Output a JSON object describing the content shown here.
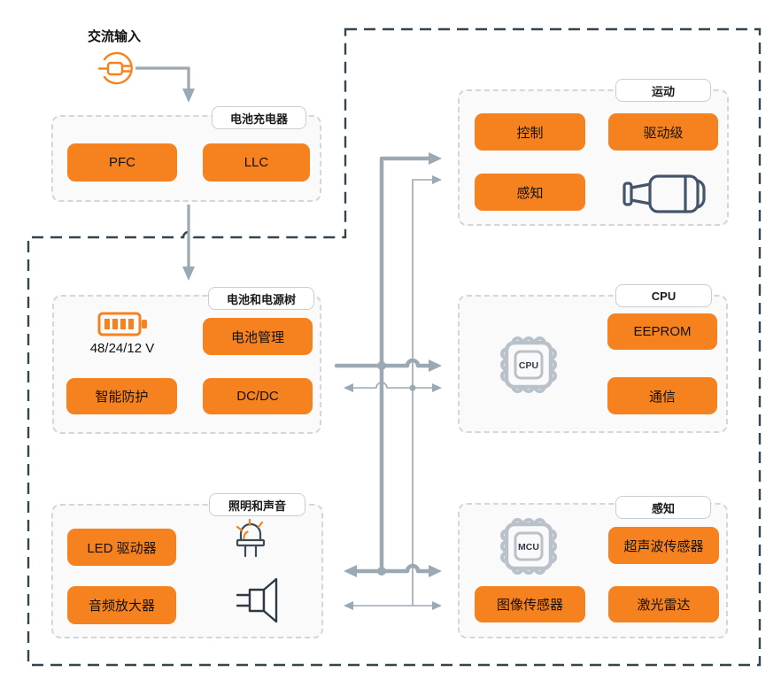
{
  "ac_input": {
    "label": "交流输入"
  },
  "groups": {
    "charger": {
      "label": "电池充电器",
      "blocks": {
        "pfc": "PFC",
        "llc": "LLC"
      }
    },
    "battery": {
      "label": "电池和电源树",
      "voltage": "48/24/12 V",
      "blocks": {
        "management": "电池管理",
        "protection": "智能防护",
        "dcdc": "DC/DC"
      }
    },
    "lighting": {
      "label": "照明和声音",
      "blocks": {
        "led_driver": "LED 驱动器",
        "audio_amp": "音频放大器"
      }
    },
    "motion": {
      "label": "运动",
      "blocks": {
        "control": "控制",
        "drive_stage": "驱动级",
        "sensing": "感知"
      }
    },
    "cpu": {
      "label": "CPU",
      "chip_label": "CPU",
      "blocks": {
        "eeprom": "EEPROM",
        "communication": "通信"
      }
    },
    "sensing": {
      "label": "感知",
      "chip_label": "MCU",
      "blocks": {
        "ultrasonic": "超声波传感器",
        "image_sensor": "图像传感器",
        "lidar": "激光雷达"
      }
    }
  },
  "colors": {
    "block_orange": "#F6821F",
    "bus_gray": "#9AA9B4",
    "boundary_dark": "#33464F"
  }
}
